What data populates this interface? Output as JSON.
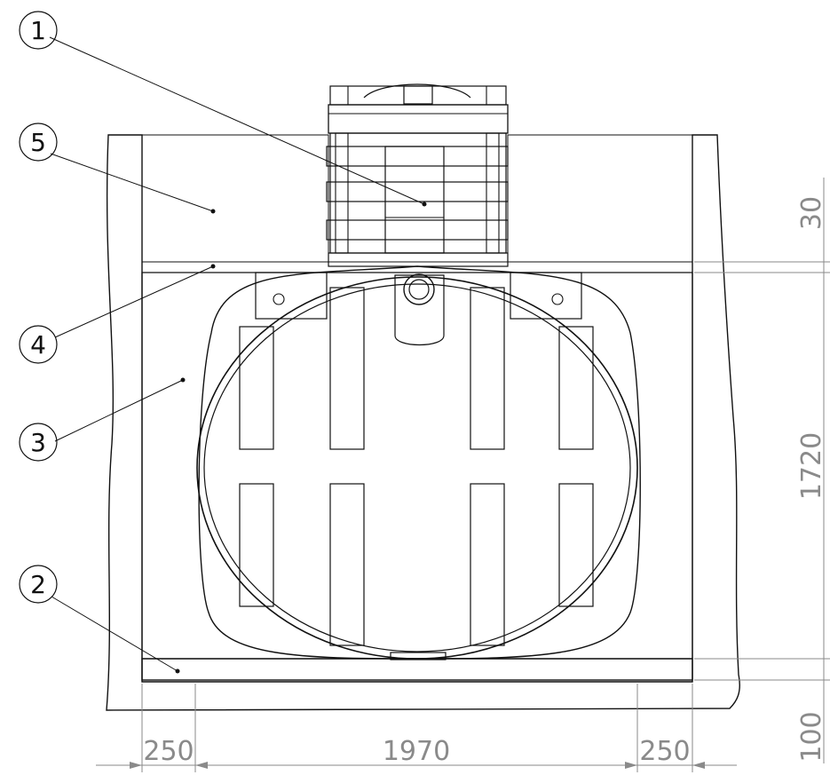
{
  "callouts": [
    {
      "label": "1"
    },
    {
      "label": "5"
    },
    {
      "label": "4"
    },
    {
      "label": "3"
    },
    {
      "label": "2"
    }
  ],
  "dimensions": {
    "bottom": [
      "250",
      "1970",
      "250"
    ],
    "right": [
      "30",
      "1720",
      "100"
    ]
  },
  "colors": {
    "line": "#111111",
    "dimension": "#8a8a8a",
    "background": "#ffffff"
  }
}
